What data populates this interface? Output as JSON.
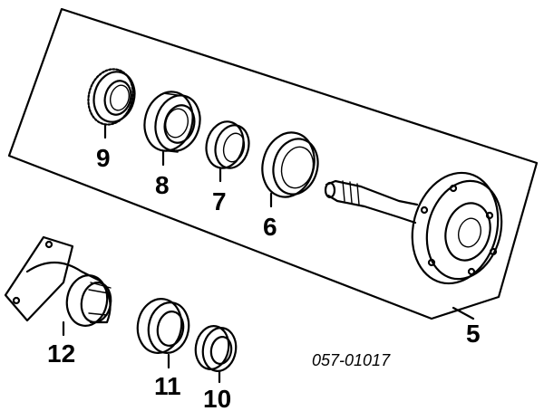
{
  "diagram": {
    "code": "057-01017",
    "parts": [
      {
        "id": "p9",
        "label": "9"
      },
      {
        "id": "p8",
        "label": "8"
      },
      {
        "id": "p7",
        "label": "7"
      },
      {
        "id": "p6",
        "label": "6"
      },
      {
        "id": "p5",
        "label": "5"
      },
      {
        "id": "p12",
        "label": "12"
      },
      {
        "id": "p11",
        "label": "11"
      },
      {
        "id": "p10",
        "label": "10"
      }
    ]
  }
}
